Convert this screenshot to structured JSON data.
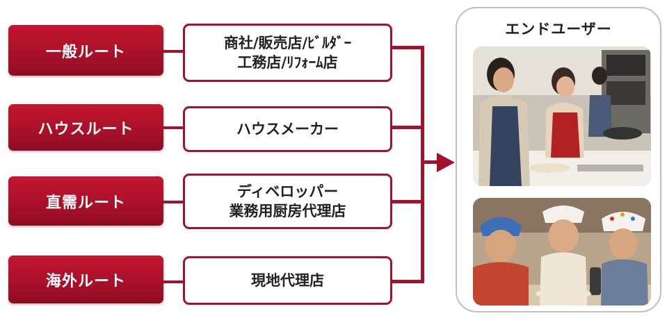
{
  "routes": [
    {
      "label": "一般ルート"
    },
    {
      "label": "ハウスルート"
    },
    {
      "label": "直需ルート"
    },
    {
      "label": "海外ルート"
    }
  ],
  "channels": [
    {
      "lines": [
        "商社/販売店/ﾋﾞﾙﾀﾞｰ",
        "工務店/ﾘﾌｫｰﾑ店"
      ]
    },
    {
      "lines": [
        "ハウスメーカー"
      ]
    },
    {
      "lines": [
        "ディベロッパー",
        "業務用厨房代理店"
      ]
    },
    {
      "lines": [
        "現地代理店"
      ]
    }
  ],
  "end_user": {
    "title": "エンドユーザー"
  },
  "colors": {
    "accent": "#a3122a",
    "route_fill": "#b0132b",
    "panel_border": "#bfbfbf"
  }
}
